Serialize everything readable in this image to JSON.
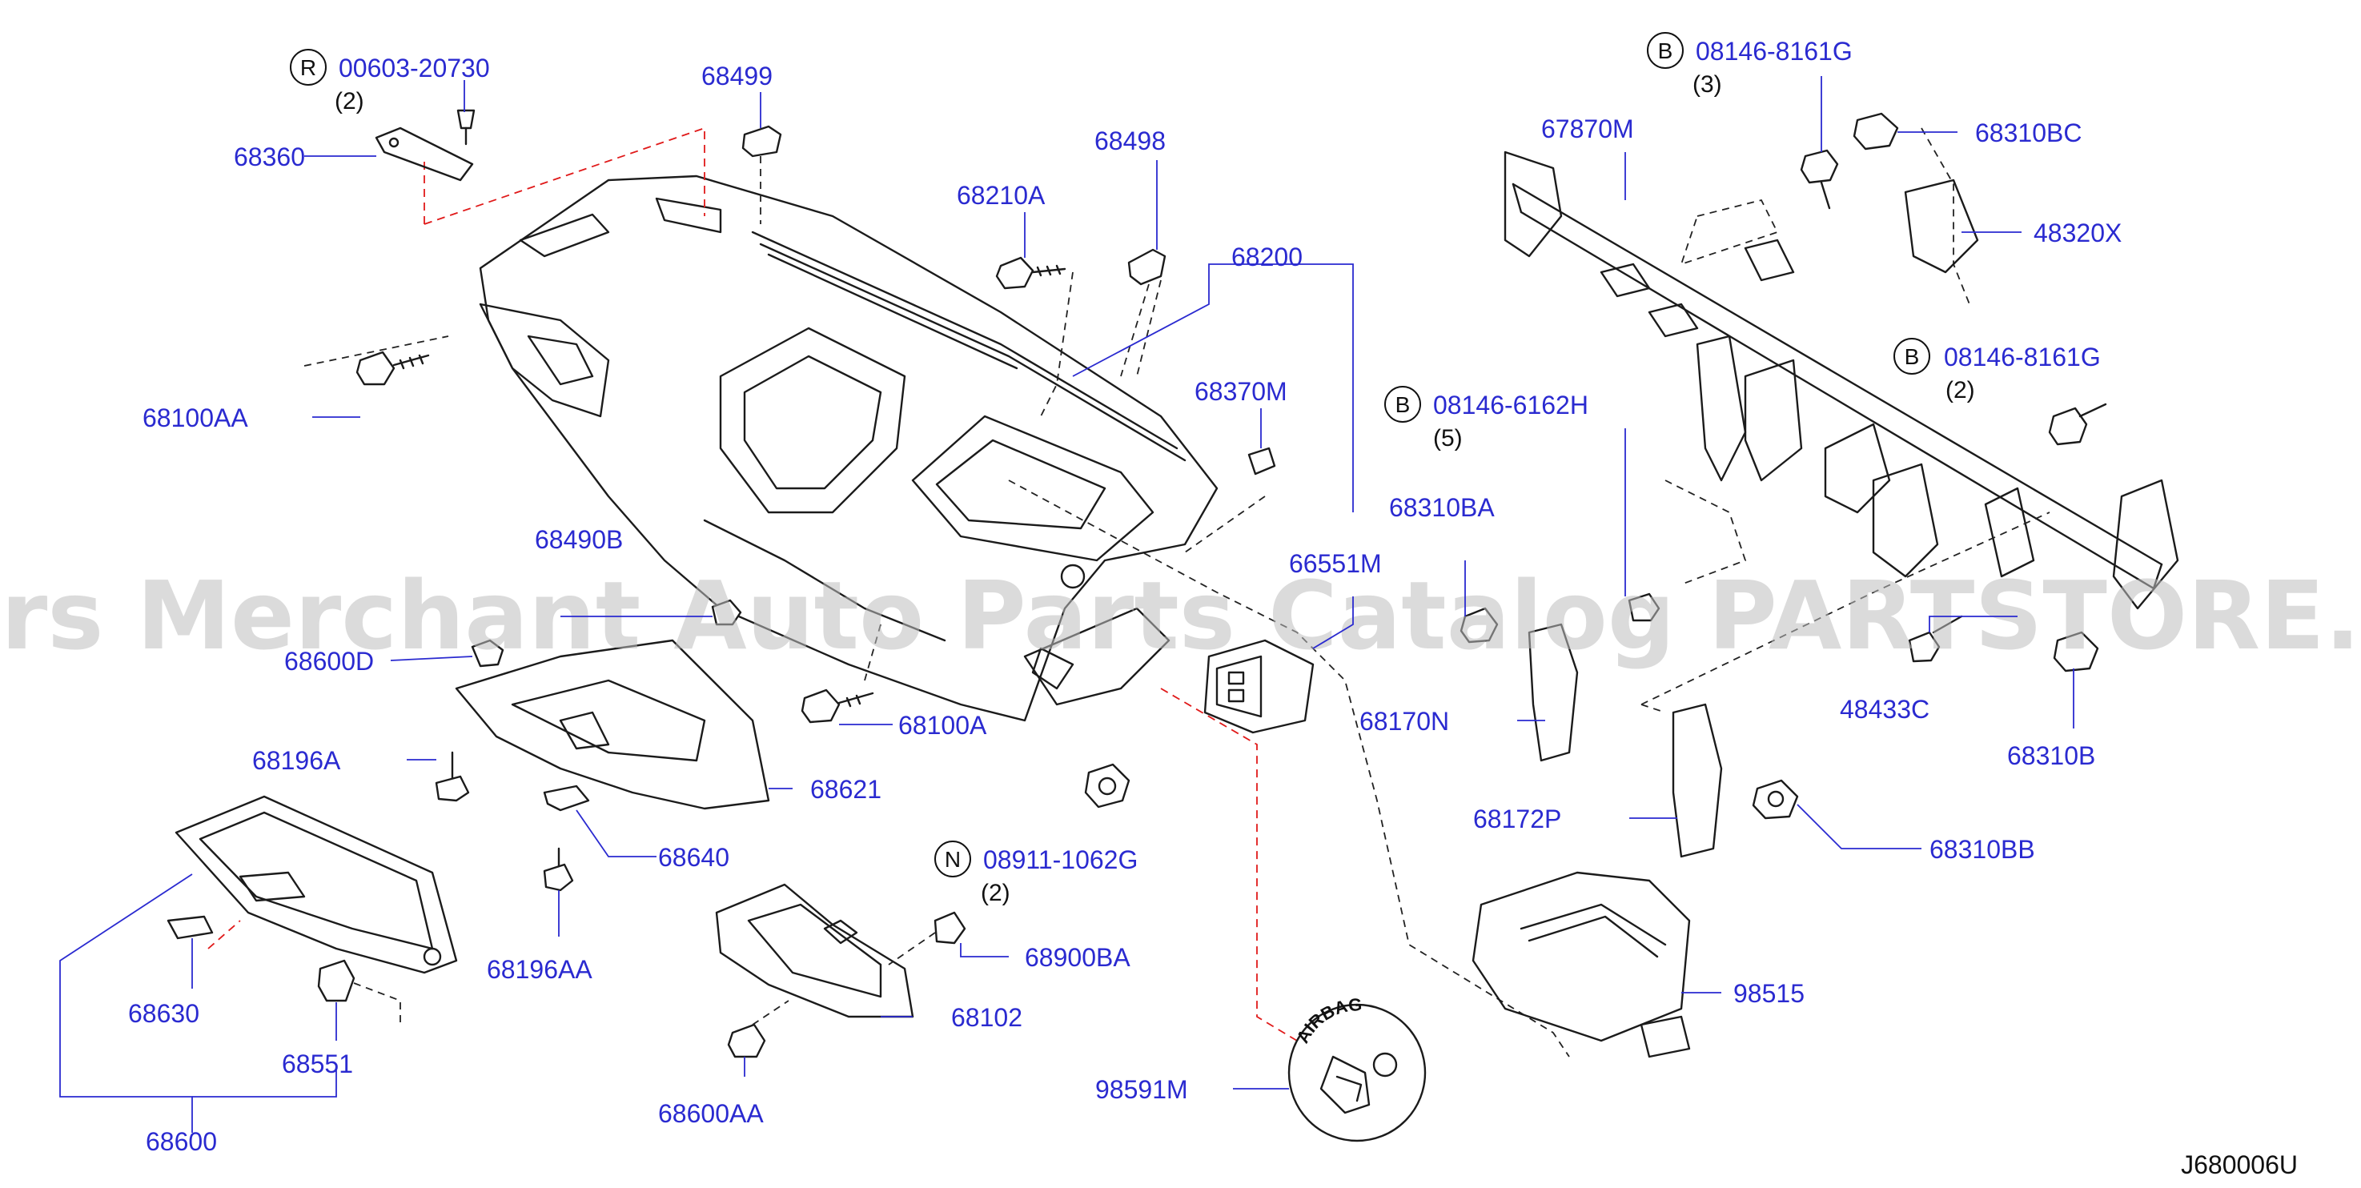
{
  "diagram": {
    "code": "J680006U",
    "watermark": "Offers Merchant Auto Parts Catalog PARTSTORE.SA",
    "airbag_badge_text": "AIRBAG",
    "colors": {
      "label": "#2a2ad0",
      "line": "#1b1b1b",
      "leader": "#2a2ad0",
      "red_dash": "#e01919",
      "watermark": "#bdbdbd"
    }
  },
  "callouts": {
    "c00603": {
      "prefix": "R",
      "part": "00603-20730",
      "qty": "(2)"
    },
    "c68360": {
      "part": "68360"
    },
    "c68499": {
      "part": "68499"
    },
    "c68498": {
      "part": "68498"
    },
    "c68210A": {
      "part": "68210A"
    },
    "c68200": {
      "part": "68200"
    },
    "c68370M": {
      "part": "68370M"
    },
    "c68100AA": {
      "part": "68100AA"
    },
    "c68490B": {
      "part": "68490B"
    },
    "c66551M": {
      "part": "66551M"
    },
    "c68600D": {
      "part": "68600D"
    },
    "c68100A": {
      "part": "68100A"
    },
    "c68196A": {
      "part": "68196A"
    },
    "c68621": {
      "part": "68621"
    },
    "c68640": {
      "part": "68640"
    },
    "c08911": {
      "prefix": "N",
      "part": "08911-1062G",
      "qty": "(2)"
    },
    "c68196AA": {
      "part": "68196AA"
    },
    "c68900BA": {
      "part": "68900BA"
    },
    "c68630": {
      "part": "68630"
    },
    "c68102": {
      "part": "68102"
    },
    "c68551": {
      "part": "68551"
    },
    "c68600AA": {
      "part": "68600AA"
    },
    "c98591M": {
      "part": "98591M"
    },
    "c68600": {
      "part": "68600"
    },
    "c08146_8161G_a": {
      "prefix": "B",
      "part": "08146-8161G",
      "qty": "(3)"
    },
    "c67870M": {
      "part": "67870M"
    },
    "c68310BC": {
      "part": "68310BC"
    },
    "c48320X": {
      "part": "48320X"
    },
    "c08146_8161G_b": {
      "prefix": "B",
      "part": "08146-8161G",
      "qty": "(2)"
    },
    "c08146_6162H": {
      "prefix": "B",
      "part": "08146-6162H",
      "qty": "(5)"
    },
    "c68310BA": {
      "part": "68310BA"
    },
    "c48433C": {
      "part": "48433C"
    },
    "c68310B": {
      "part": "68310B"
    },
    "c68170N": {
      "part": "68170N"
    },
    "c68172P": {
      "part": "68172P"
    },
    "c68310BB": {
      "part": "68310BB"
    },
    "c98515": {
      "part": "98515"
    }
  }
}
